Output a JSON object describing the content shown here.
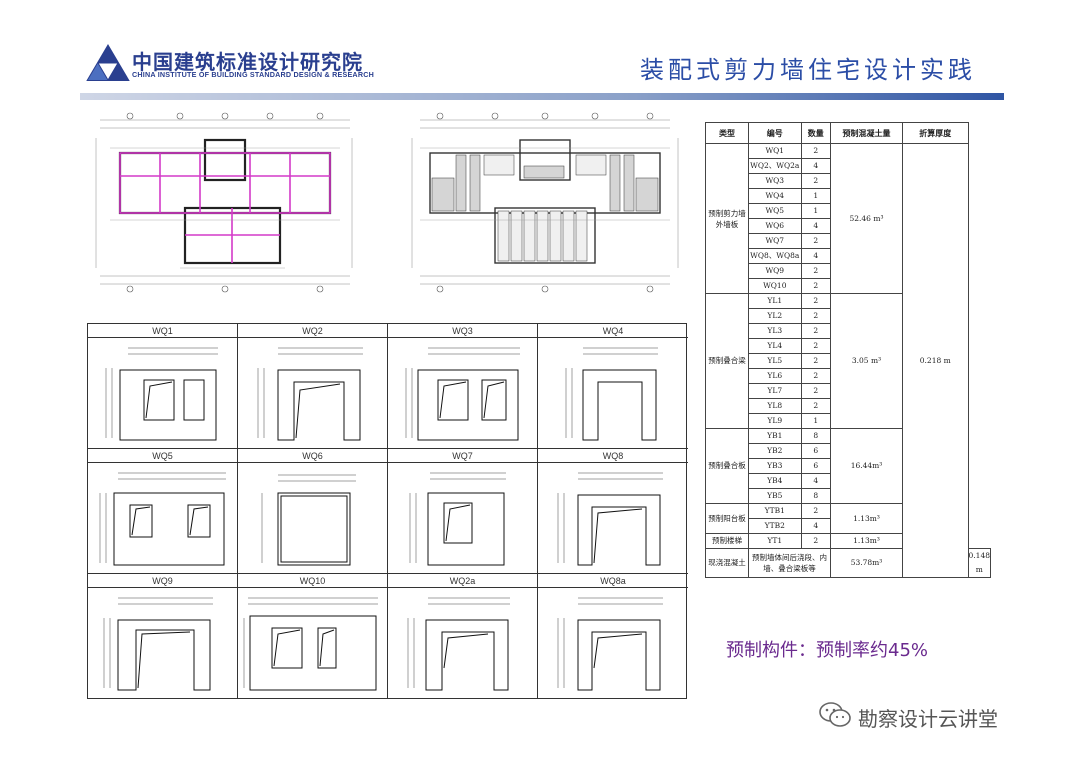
{
  "header": {
    "org_name_cn": "中国建筑标准设计研究院",
    "org_name_en": "CHINA INSTITUTE OF BUILDING STANDARD DESIGN & RESEARCH",
    "slide_title": "装配式剪力墙住宅设计实践",
    "accent_color": "#2b4da6"
  },
  "panels": [
    {
      "label": "WQ1"
    },
    {
      "label": "WQ2"
    },
    {
      "label": "WQ3"
    },
    {
      "label": "WQ4"
    },
    {
      "label": "WQ5"
    },
    {
      "label": "WQ6"
    },
    {
      "label": "WQ7"
    },
    {
      "label": "WQ8"
    },
    {
      "label": "WQ9"
    },
    {
      "label": "WQ10"
    },
    {
      "label": "WQ2a"
    },
    {
      "label": "WQ8a"
    }
  ],
  "table": {
    "headers": [
      "类型",
      "编号",
      "数量",
      "预制混凝土量",
      "折算厚度"
    ],
    "groups": [
      {
        "type": "预制剪力墙外墙板",
        "volume": "52.46 m³",
        "rows": [
          {
            "code": "WQ1",
            "qty": "2"
          },
          {
            "code": "WQ2、WQ2a",
            "qty": "4"
          },
          {
            "code": "WQ3",
            "qty": "2"
          },
          {
            "code": "WQ4",
            "qty": "1"
          },
          {
            "code": "WQ5",
            "qty": "1"
          },
          {
            "code": "WQ6",
            "qty": "4"
          },
          {
            "code": "WQ7",
            "qty": "2"
          },
          {
            "code": "WQ8、WQ8a",
            "qty": "4"
          },
          {
            "code": "WQ9",
            "qty": "2"
          },
          {
            "code": "WQ10",
            "qty": "2"
          }
        ]
      },
      {
        "type": "预制叠合梁",
        "volume": "3.05 m³",
        "rows": [
          {
            "code": "YL1",
            "qty": "2"
          },
          {
            "code": "YL2",
            "qty": "2"
          },
          {
            "code": "YL3",
            "qty": "2"
          },
          {
            "code": "YL4",
            "qty": "2"
          },
          {
            "code": "YL5",
            "qty": "2"
          },
          {
            "code": "YL6",
            "qty": "2"
          },
          {
            "code": "YL7",
            "qty": "2"
          },
          {
            "code": "YL8",
            "qty": "2"
          },
          {
            "code": "YL9",
            "qty": "1"
          }
        ]
      },
      {
        "type": "预制叠合板",
        "volume": "16.44m³",
        "rows": [
          {
            "code": "YB1",
            "qty": "8"
          },
          {
            "code": "YB2",
            "qty": "6"
          },
          {
            "code": "YB3",
            "qty": "6"
          },
          {
            "code": "YB4",
            "qty": "4"
          },
          {
            "code": "YB5",
            "qty": "8"
          }
        ]
      },
      {
        "type": "预制阳台板",
        "volume": "1.13m³",
        "rows": [
          {
            "code": "YTB1",
            "qty": "2"
          },
          {
            "code": "YTB2",
            "qty": "4"
          }
        ]
      },
      {
        "type": "预制楼梯",
        "volume": "1.13m³",
        "rows": [
          {
            "code": "YT1",
            "qty": "2"
          }
        ]
      }
    ],
    "prefab_thickness": "0.218 m",
    "cast_in_situ": {
      "type": "现浇混凝土",
      "desc": "预制墙体间后浇段、内墙、叠合梁板等",
      "volume": "53.78m³",
      "thickness": "0.148 m"
    }
  },
  "note": "预制构件：预制率约45%",
  "watermark": "勘察设计云讲堂"
}
